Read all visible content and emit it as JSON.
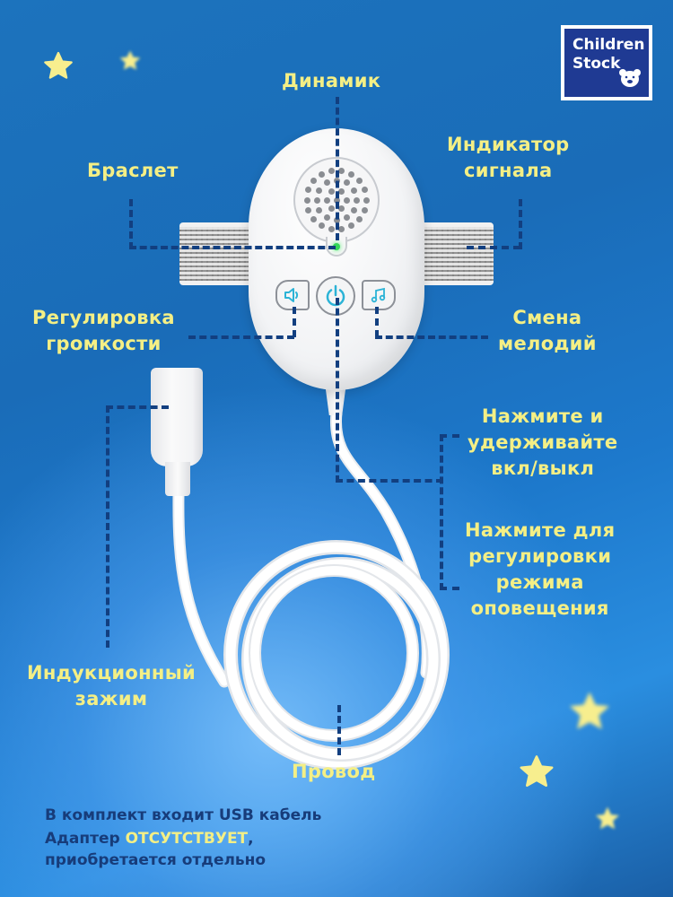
{
  "brand": {
    "logo_line1": "Children",
    "logo_line2": "Stock",
    "logo_bg": "#1f3a93"
  },
  "colors": {
    "label_yellow": "#f4ef85",
    "leader_dark_blue": "#123f80",
    "note_dark_blue": "#173c7a",
    "led_green": "#35d85a",
    "icon_cyan": "#2bb3d6"
  },
  "labels": {
    "speaker": "Динамик",
    "bracelet": "Браслет",
    "indicator_line1": "Индикатор",
    "indicator_line2": "сигнала",
    "volume_line1": "Регулировка",
    "volume_line2": "громкости",
    "melody_line1": "Смена",
    "melody_line2": "мелодий",
    "power_line1": "Нажмите и",
    "power_line2": "удерживайте",
    "power_line3": "вкл/выкл",
    "mode_line1": "Нажмите для",
    "mode_line2": "регулировки",
    "mode_line3": "режима",
    "mode_line4": "оповещения",
    "clip_line1": "Индукционный",
    "clip_line2": "зажим",
    "wire": "Провод"
  },
  "device": {
    "buttons": [
      {
        "name": "volume",
        "icon": "speaker-volume-icon"
      },
      {
        "name": "power",
        "icon": "power-icon"
      },
      {
        "name": "melody",
        "icon": "music-note-icon"
      }
    ],
    "indicator": "led-indicator"
  },
  "notes": {
    "line1": "В комплект входит USB кабель",
    "line2_prefix": "Адаптер ",
    "line2_highlight": "ОТСУТСТВУЕТ",
    "line2_suffix": ",",
    "line3": "приобретается отдельно"
  }
}
